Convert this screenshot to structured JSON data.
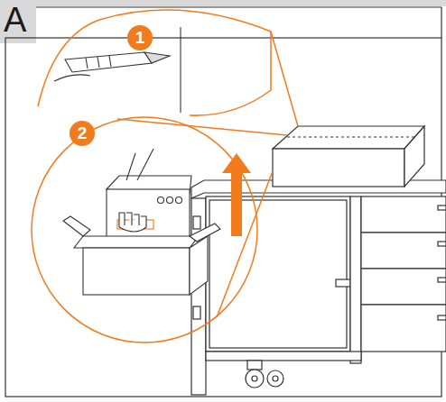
{
  "diagram": {
    "labels": [
      "A",
      "1",
      "2"
    ]
  }
}
